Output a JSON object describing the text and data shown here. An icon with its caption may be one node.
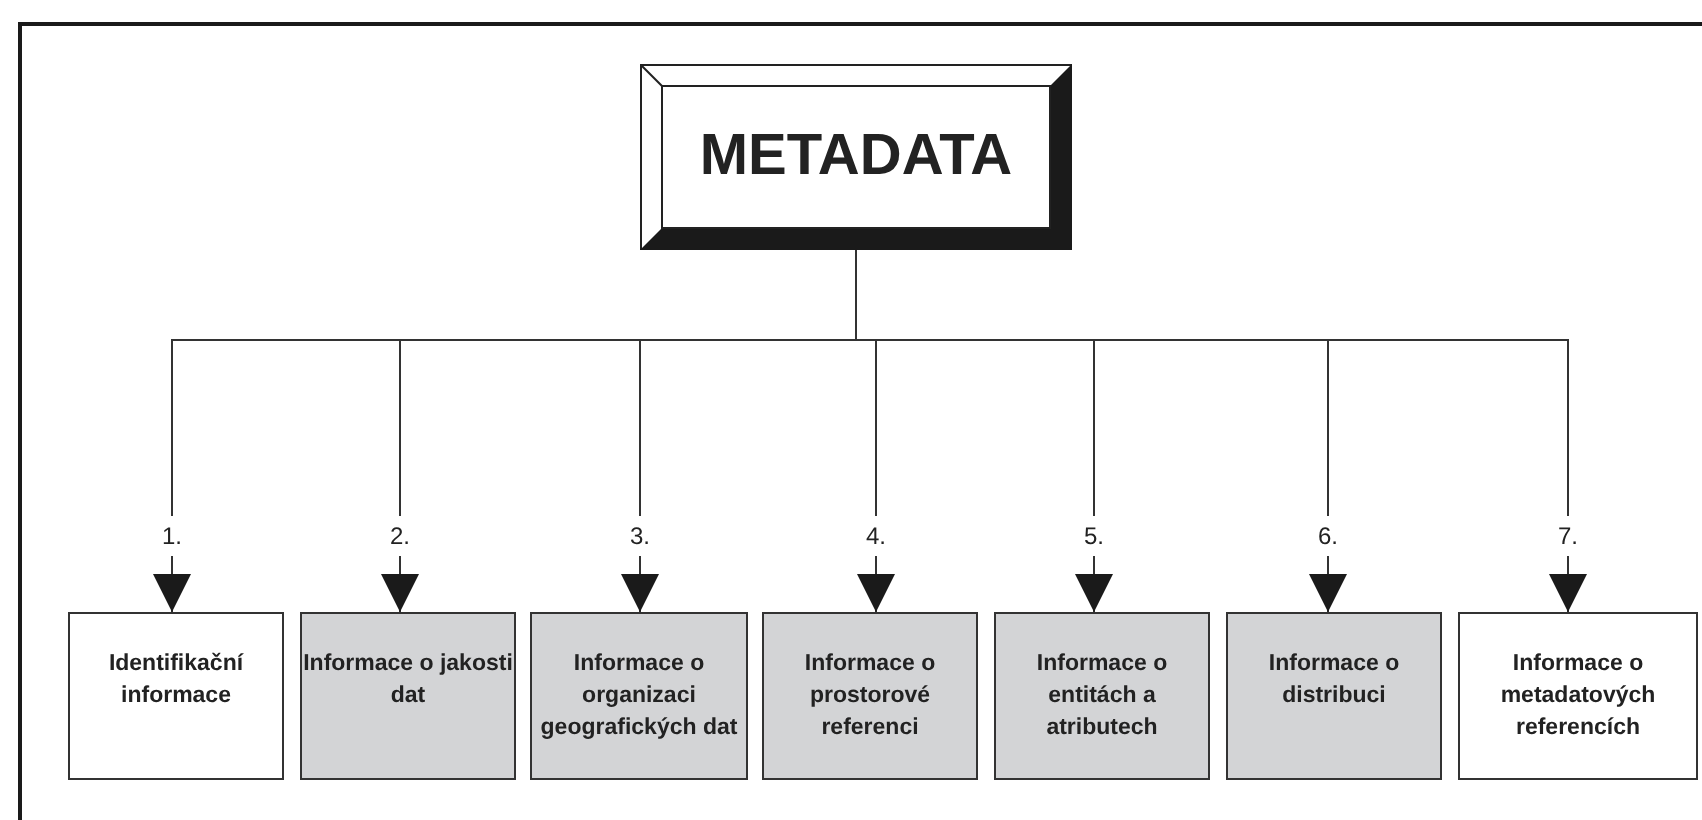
{
  "diagram": {
    "nodes": [
      {
        "text": [
          "METADATA"
        ]
      },
      {
        "text": [
          "Identifikační informace"
        ]
      },
      {
        "text": [
          "Informace o jakosti dat"
        ]
      },
      {
        "text": [
          "Informace o organizaci geografických dat"
        ]
      },
      {
        "text": [
          "Informace o prostorové referenci"
        ]
      },
      {
        "text": [
          "Informace o entitách a atributech"
        ]
      },
      {
        "text": [
          "Informace o distribuci"
        ]
      },
      {
        "text": [
          "Informace o metadatových referencích"
        ]
      }
    ],
    "edges": [
      {
        "from": 0,
        "to": 1,
        "arrow": "to",
        "label": "1."
      },
      {
        "from": 0,
        "to": 2,
        "arrow": "to",
        "label": "2."
      },
      {
        "from": 0,
        "to": 3,
        "arrow": "to",
        "label": "3."
      },
      {
        "from": 0,
        "to": 4,
        "arrow": "to",
        "label": "4."
      },
      {
        "from": 0,
        "to": 5,
        "arrow": "to",
        "label": "5."
      },
      {
        "from": 0,
        "to": 6,
        "arrow": "to",
        "label": "6."
      },
      {
        "from": 0,
        "to": 7,
        "arrow": "to",
        "label": "7."
      }
    ]
  }
}
